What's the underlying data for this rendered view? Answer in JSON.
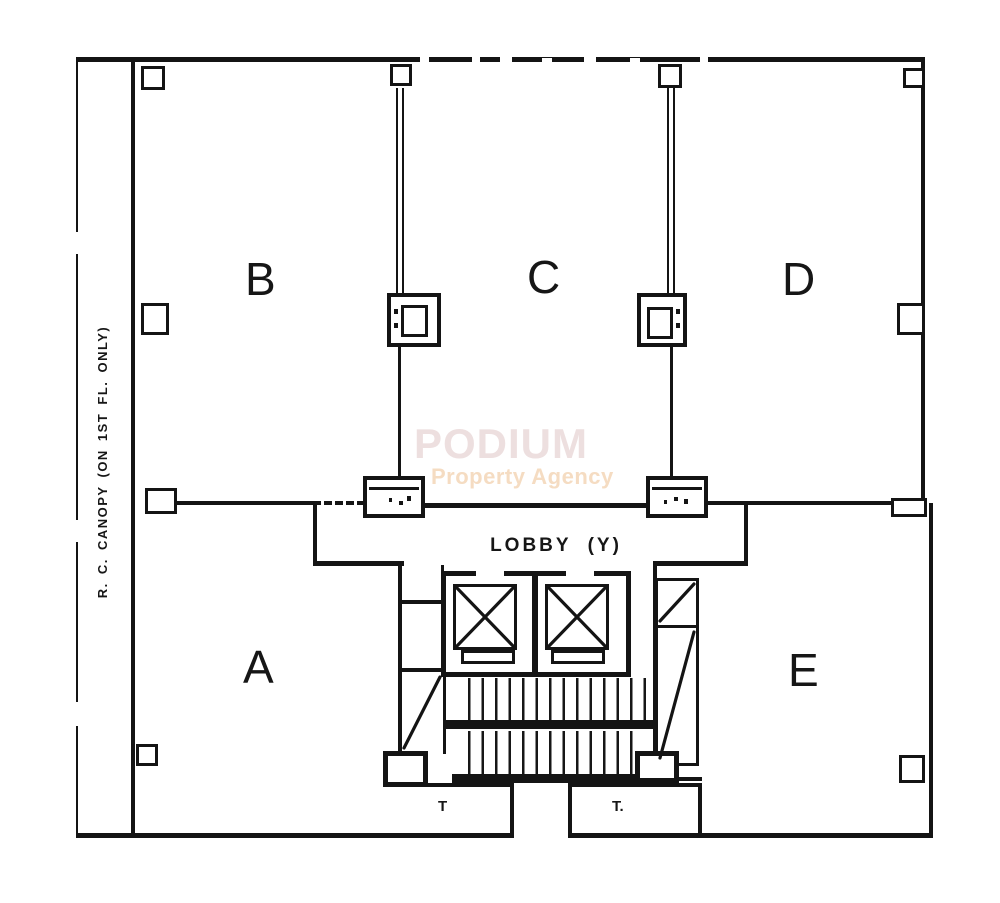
{
  "watermark": {
    "brand": "PODIUM",
    "subtitle": "Property Agency",
    "brand_color": "#eddfdf",
    "subtitle_color": "#f5dcc2"
  },
  "floorplan": {
    "line_color": "#141414",
    "canopy_label": "R. C. CANOPY (ON 1ST FL. ONLY)",
    "lobby": {
      "name": "LOBBY",
      "wing": "(Y)"
    },
    "units": {
      "a": "A",
      "b": "B",
      "c": "C",
      "d": "D",
      "e": "E"
    },
    "toilets": {
      "left": "T",
      "right": "T."
    }
  }
}
